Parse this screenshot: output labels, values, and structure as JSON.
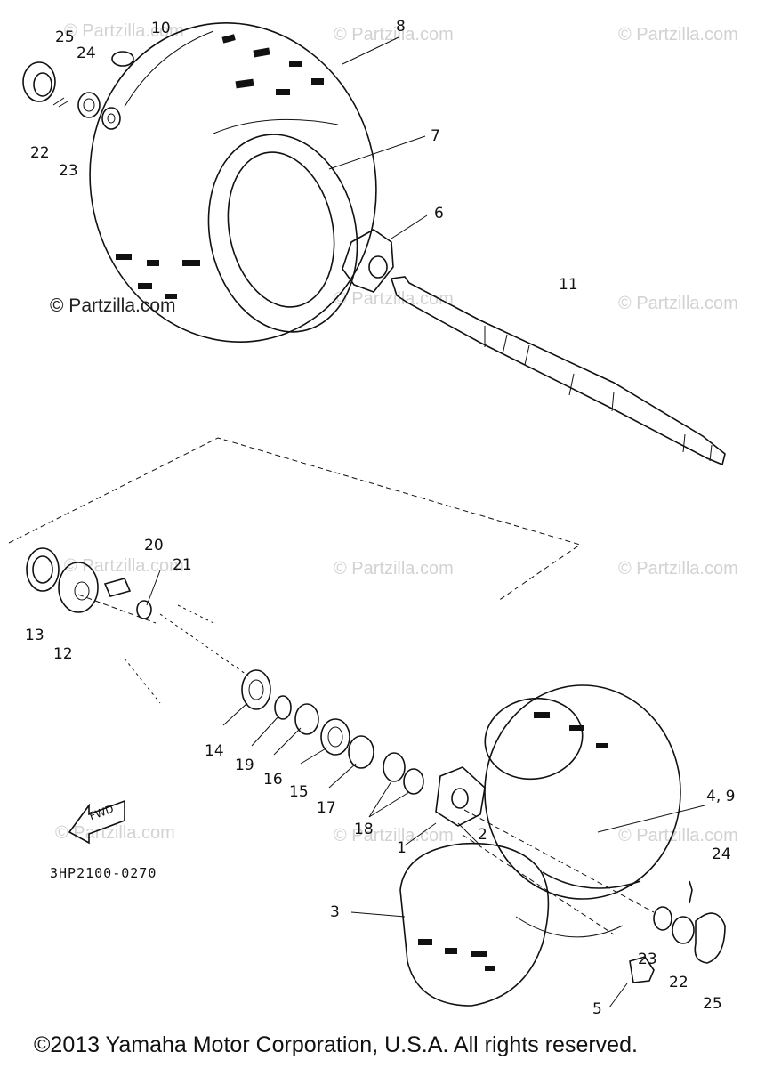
{
  "diagram": {
    "part_labels": [
      "25",
      "10",
      "24",
      "8",
      "22",
      "23",
      "7",
      "6",
      "11",
      "20",
      "21",
      "13",
      "12",
      "14",
      "19",
      "16",
      "15",
      "17",
      "18",
      "1",
      "2",
      "3",
      "4, 9",
      "24",
      "23",
      "22",
      "25",
      "5"
    ],
    "drawing_code": "3HP2100-0270",
    "fwd_label": "FWD",
    "watermark_text": "© Partzilla.com",
    "copyright": "©2013  Yamaha Motor Corporation, U.S.A. All rights reserved."
  }
}
